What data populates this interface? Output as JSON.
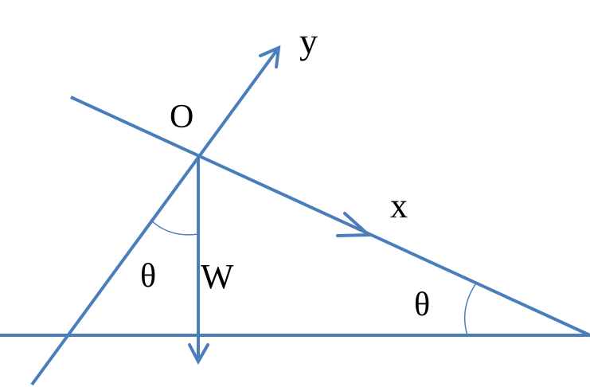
{
  "diagram": {
    "colors": {
      "line": "#4A7EBB",
      "text": "#000000",
      "background": "#FFFFFF"
    },
    "labels": {
      "origin": "O",
      "y_axis": "y",
      "x_axis": "x",
      "weight": "W",
      "theta_left": "θ",
      "theta_right": "θ"
    }
  }
}
